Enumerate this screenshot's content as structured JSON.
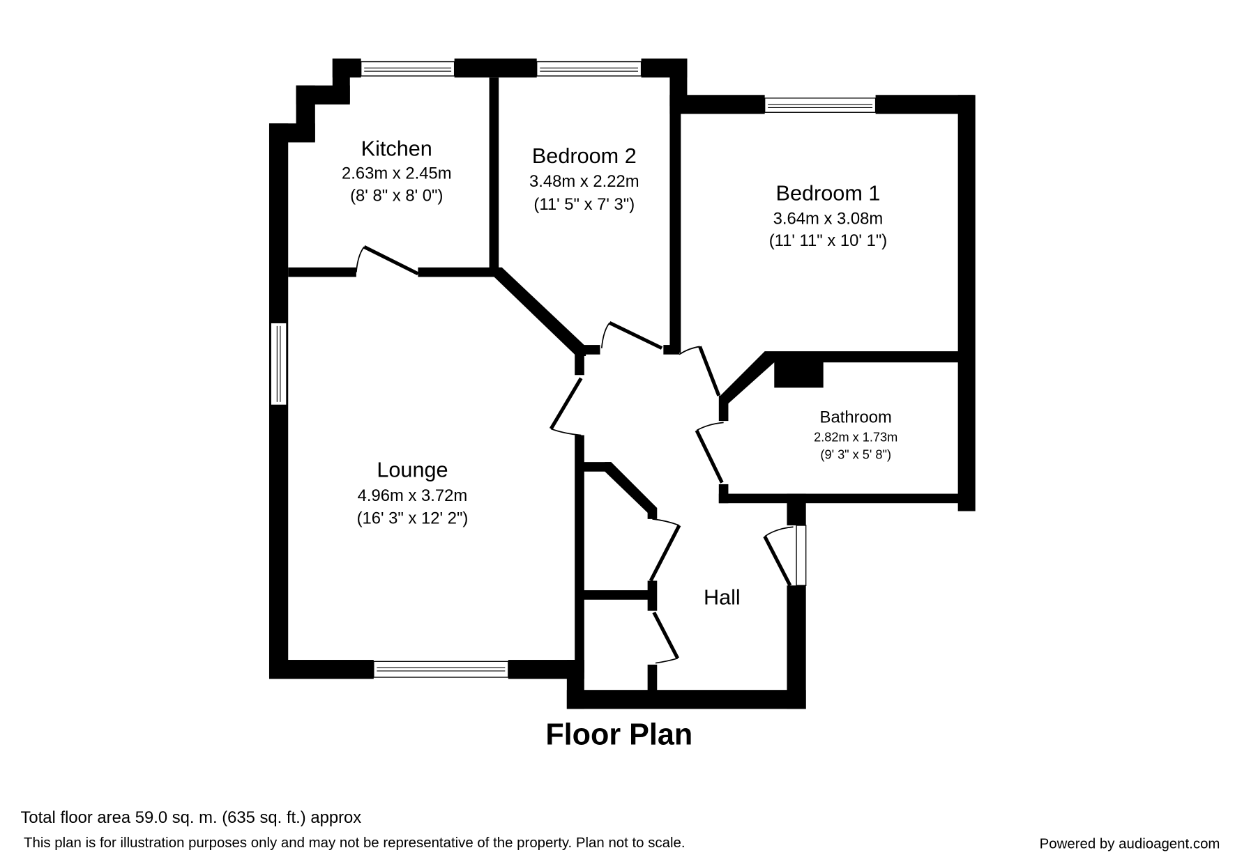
{
  "title": "Floor Plan",
  "rooms": {
    "kitchen": {
      "name": "Kitchen",
      "metric": "2.63m x 2.45m",
      "imperial": "(8' 8\" x 8' 0\")"
    },
    "bedroom2": {
      "name": "Bedroom 2",
      "metric": "3.48m x 2.22m",
      "imperial": "(11' 5\" x 7' 3\")"
    },
    "bedroom1": {
      "name": "Bedroom 1",
      "metric": "3.64m x 3.08m",
      "imperial": "(11' 11\" x 10' 1\")"
    },
    "bathroom": {
      "name": "Bathroom",
      "metric": "2.82m x 1.73m",
      "imperial": "(9' 3\" x 5' 8\")"
    },
    "lounge": {
      "name": "Lounge",
      "metric": "4.96m x 3.72m",
      "imperial": "(16' 3\" x 12' 2\")"
    },
    "hall": {
      "name": "Hall"
    }
  },
  "footer": {
    "total_area": "Total floor area 59.0 sq. m. (635 sq. ft.) approx",
    "disclaimer": "This plan is for illustration purposes only and may not be representative of the property. Plan not to scale.",
    "powered_by": "Powered by audioagent.com"
  },
  "colors": {
    "wall": "#000000",
    "background": "#ffffff"
  }
}
